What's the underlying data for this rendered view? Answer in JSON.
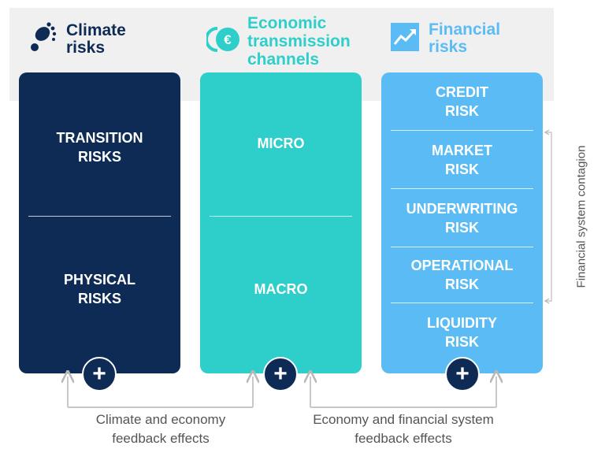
{
  "headers": {
    "climate": {
      "title": "Climate\nrisks",
      "icon": "footprint-icon"
    },
    "economic": {
      "title": "Economic\ntransmission\nchannels",
      "icon": "euro-coin-icon"
    },
    "financial": {
      "title": "Financial\nrisks",
      "icon": "trend-chart-icon"
    }
  },
  "columns": {
    "climate": {
      "items": [
        "TRANSITION\nRISKS",
        "PHYSICAL\nRISKS"
      ]
    },
    "economic": {
      "items": [
        "MICRO",
        "MACRO"
      ]
    },
    "financial": {
      "items": [
        "CREDIT\nRISK",
        "MARKET\nRISK",
        "UNDERWRITING\nRISK",
        "OPERATIONAL\nRISK",
        "LIQUIDITY\nRISK"
      ]
    }
  },
  "plus_symbol": "+",
  "feedback": {
    "climate_economy": "Climate and economy\nfeedback effects",
    "economy_financial": "Economy and financial system\nfeedback effects"
  },
  "contagion_label": "Financial system contagion",
  "colors": {
    "navy": "#0d2b55",
    "teal": "#2ecfcb",
    "light_blue": "#5bbcf5",
    "header_band": "#f0f0f0",
    "text_gray": "#555555"
  }
}
